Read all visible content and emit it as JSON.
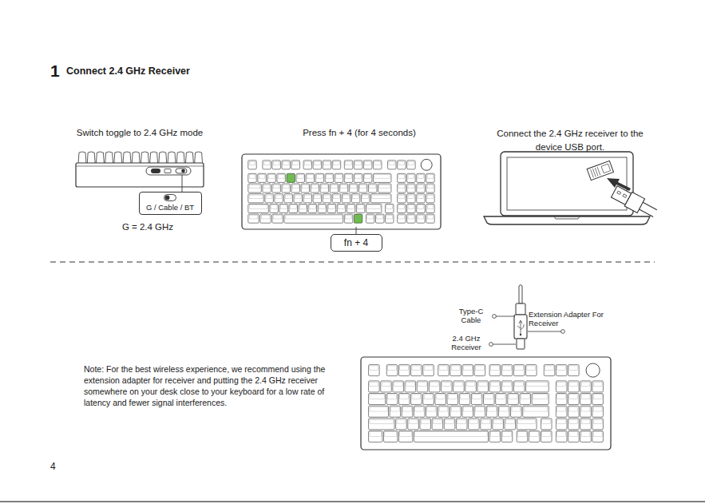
{
  "diagram": {
    "title": "Connect 2.4 GHz Receiver",
    "nodes": [
      {
        "text": [
          "G / Cable / BT"
        ]
      },
      {
        "text": [
          "fn + 4"
        ]
      }
    ],
    "labels": [
      "1",
      "Switch toggle to 2.4 GHz mode",
      "G = 2.4 GHz",
      "Press fn + 4 (for 4 seconds)",
      "Connect the 2.4 GHz receiver to the device USB port.",
      "Type-C Cable",
      "Extension Adapter For Receiver",
      "2.4 GHz Receiver",
      "Note: For the best wireless experience, we recommend using the extension adapter for receiver and putting the 2.4 GHz receiver somewhere on your desk close to your keyboard for a low rate of latency and fewer signal interferences.",
      "4"
    ]
  }
}
